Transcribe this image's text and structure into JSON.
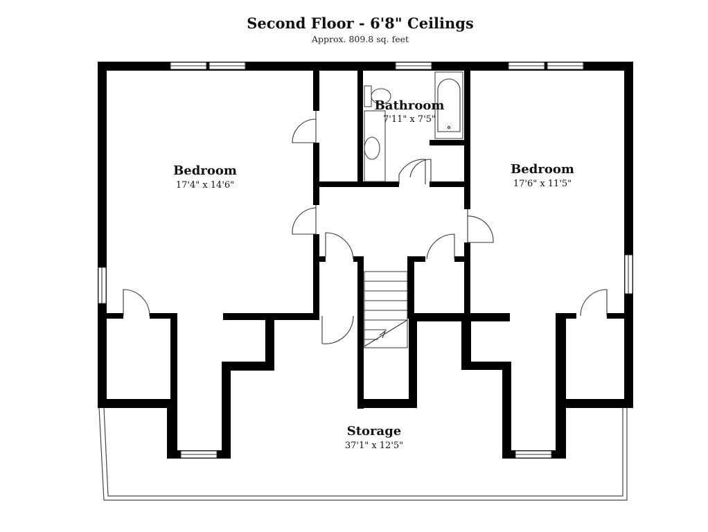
{
  "header": {
    "title": "Second Floor - 6'8\" Ceilings",
    "subtitle": "Approx. 809.8 sq. feet"
  },
  "rooms": {
    "bedroom_left": {
      "name": "Bedroom",
      "dims": "17'4\" x 14'6\""
    },
    "bathroom": {
      "name": "Bathroom",
      "dims": "7'11\" x 7'5\""
    },
    "bedroom_right": {
      "name": "Bedroom",
      "dims": "17'6\" x 11'5\""
    },
    "storage": {
      "name": "Storage",
      "dims": "37'1\" x 12'5\""
    }
  }
}
